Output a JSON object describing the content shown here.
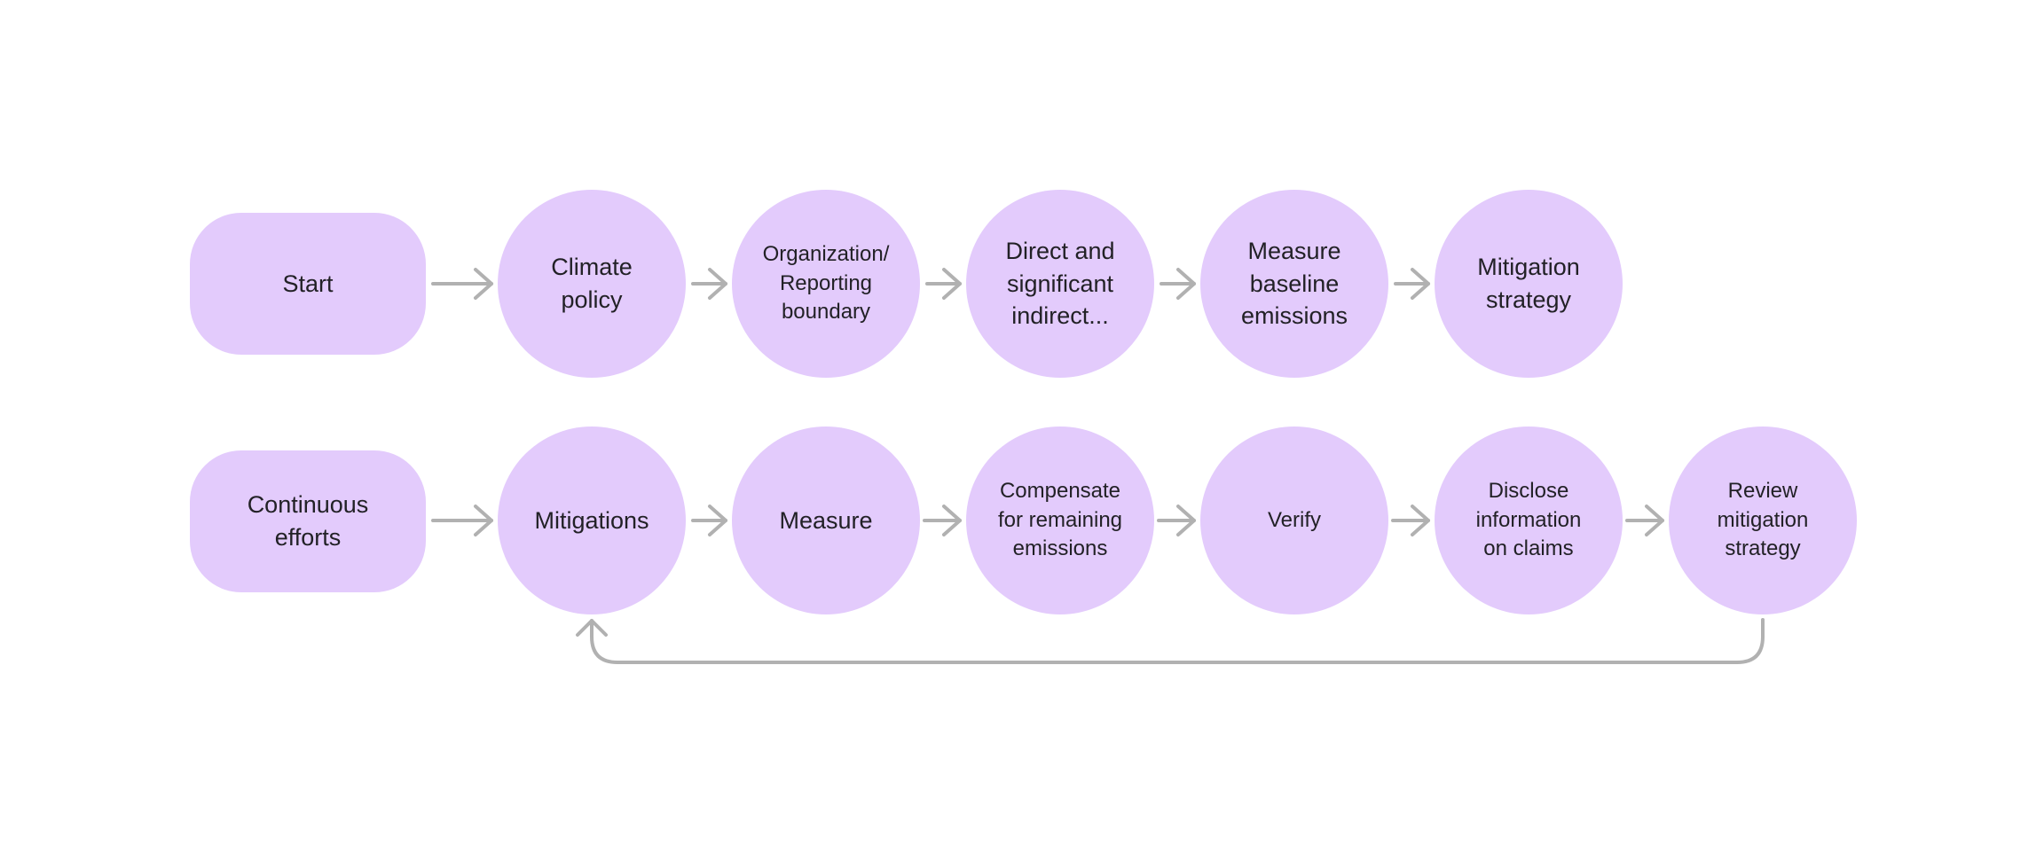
{
  "diagram": {
    "row1": {
      "start": "Start",
      "climate_policy": "Climate\npolicy",
      "organization_boundary": "Organization/\nReporting\nboundary",
      "direct_indirect": "Direct and\nsignificant\nindirect...",
      "measure_baseline": "Measure\nbaseline\nemissions",
      "mitigation_strategy": "Mitigation\nstrategy"
    },
    "row2": {
      "continuous_efforts": "Continuous\nefforts",
      "mitigations": "Mitigations",
      "measure": "Measure",
      "compensate": "Compensate\nfor remaining\nemissions",
      "verify": "Verify",
      "disclose": "Disclose\ninformation\non claims",
      "review": "Review\nmitigation\nstrategy"
    },
    "colors": {
      "node_fill": "#e3cbfc",
      "connector": "#b1b1b1",
      "text": "#222126"
    }
  }
}
